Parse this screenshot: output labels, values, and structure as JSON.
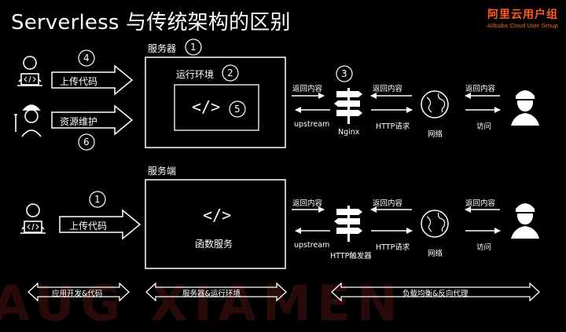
{
  "title": "Serverless 与传统架构的区别",
  "brand": {
    "cn": "阿里云用户组",
    "en": "Alibaba Cloud User Group"
  },
  "watermark": "AUG XIAMEN",
  "top": {
    "server_label": "服务器",
    "env_label": "运行环境",
    "code_symbol": "</>",
    "upload_label": "上传代码",
    "maintain_label": "资源维护",
    "return1": "返回内容",
    "upstream": "upstream",
    "nginx": "Nginx",
    "return2": "返回内容",
    "http_request": "HTTP请求",
    "network": "网络",
    "return3": "返回内容",
    "visit": "访问",
    "num_upload": "4",
    "num_maintain": "6",
    "num_server": "1",
    "num_env": "2",
    "num_code": "5",
    "num_nginx": "3"
  },
  "bottom": {
    "server_label": "服务端",
    "code_symbol": "</>",
    "function_label": "函数服务",
    "upload_label": "上传代码",
    "num_upload": "1",
    "return1": "返回内容",
    "upstream": "upstream",
    "trigger": "HTTP触发器",
    "return2": "返回内容",
    "http_request": "HTTP请求",
    "network": "网络",
    "return3": "返回内容",
    "visit": "访问"
  },
  "footer": {
    "dev": "应用开发&代码",
    "server_env": "服务器&运行环境",
    "lb": "负载均衡&反向代理"
  },
  "colors": {
    "background": "#000000",
    "brand": "#ff5a1f",
    "line": "#ffffff",
    "watermark": "#2a0a08"
  }
}
